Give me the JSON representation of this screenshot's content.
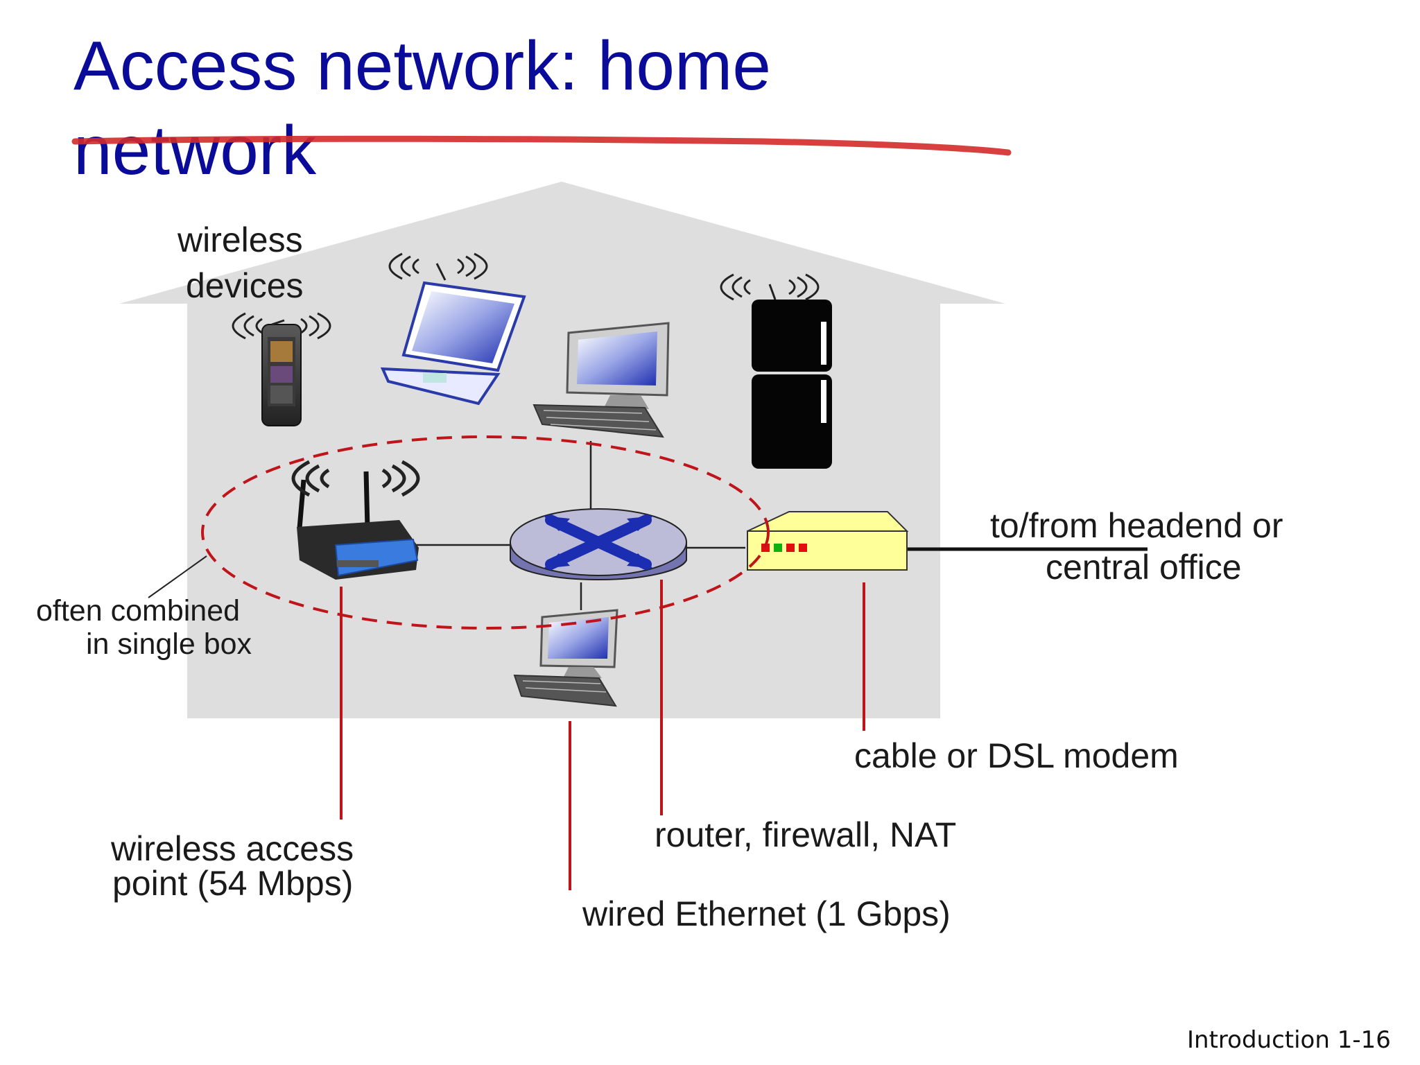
{
  "slide": {
    "title_line1": "Access network: home",
    "title_line2": "network",
    "footer": "Introduction 1-16"
  },
  "labels": {
    "wireless_devices_1": "wireless",
    "wireless_devices_2": "devices",
    "combined_1": "often combined",
    "combined_2": "in single box",
    "headend_1": "to/from headend or",
    "headend_2": "central office",
    "modem": "cable or DSL modem",
    "router": "router, firewall, NAT",
    "ethernet": "wired Ethernet (1 Gbps)",
    "ap_1": "wireless access",
    "ap_2": "point (54 Mbps)"
  },
  "colors": {
    "title": "#0b0b9a",
    "house": "#dedede",
    "callout_lines": "#c0141b",
    "annotation_strike": "#d42a2a",
    "modem_body": "#ffff99",
    "router_body": "#9b9bc8"
  },
  "icons": [
    "smartphone-icon",
    "laptop-icon",
    "desktop-icon",
    "refrigerator-icon",
    "wireless-router-icon",
    "router-icon",
    "modem-icon",
    "desktop-small-icon",
    "wireless-signal-icon"
  ]
}
